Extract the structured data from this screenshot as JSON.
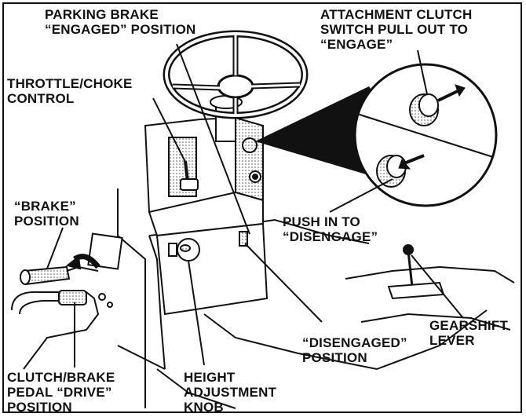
{
  "labels": {
    "parking_brake": [
      "PARKING BRAKE",
      "“ENGAGED” POSITION"
    ],
    "attachment_clutch": [
      "ATTACHMENT CLUTCH",
      "SWITCH PULL OUT TO",
      "“ENGAGE”"
    ],
    "throttle_choke": [
      "THROTTLE/CHOKE",
      "CONTROL"
    ],
    "brake_position": [
      "“BRAKE”",
      "POSITION"
    ],
    "push_in": [
      "PUSH IN TO",
      "“DISENGAGE”"
    ],
    "gearshift": [
      "GEARSHIFT",
      "LEVER"
    ],
    "disengaged": [
      "“DISENGAGED”",
      "POSITION"
    ],
    "clutch_brake_pedal": [
      "CLUTCH/BRAKE",
      "PEDAL “DRIVE”",
      "POSITION"
    ],
    "height_knob": [
      "HEIGHT",
      "ADJUSTMENT",
      "KNOB"
    ]
  },
  "colors": {
    "ink": "#111111",
    "paper": "#ffffff",
    "shade": "#8a8a8a"
  }
}
